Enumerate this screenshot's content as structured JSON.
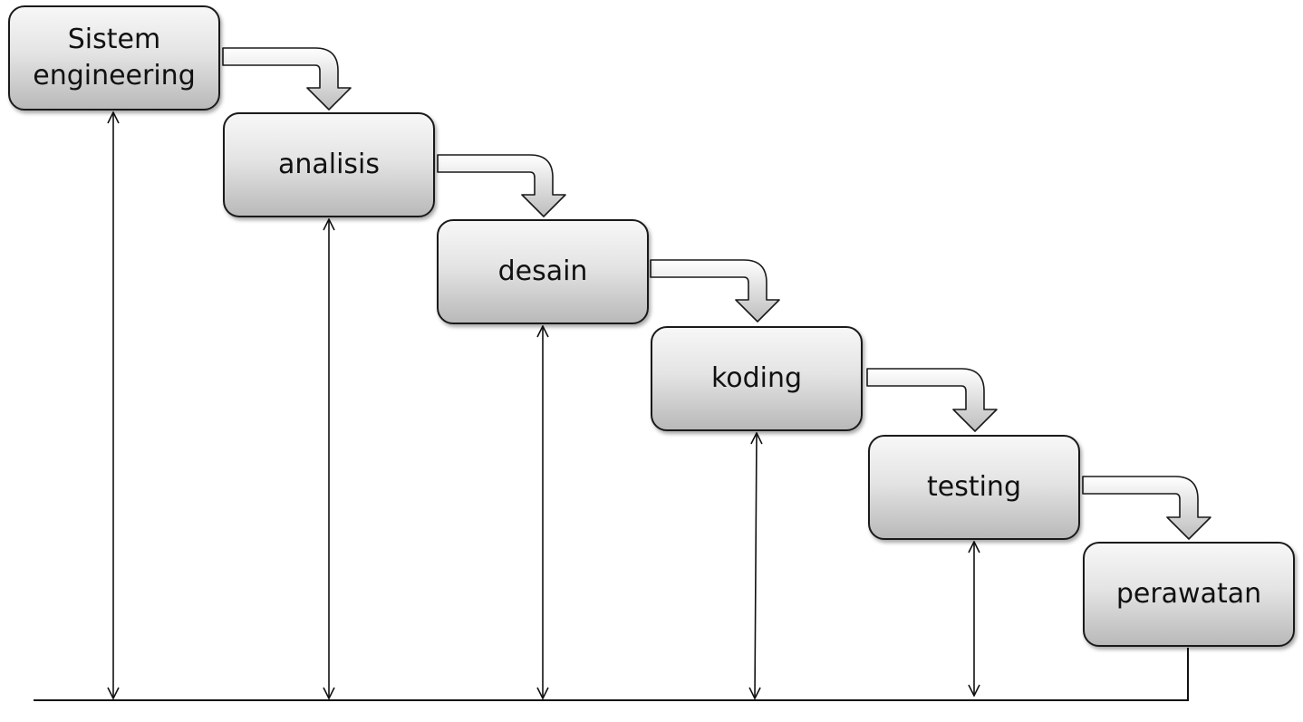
{
  "stages": [
    {
      "label": "Sistem engineering"
    },
    {
      "label": "analisis"
    },
    {
      "label": "desain"
    },
    {
      "label": "koding"
    },
    {
      "label": "testing"
    },
    {
      "label": "perawatan"
    }
  ],
  "colors": {
    "box_border": "#1a1a1a",
    "box_fill_top": "#f7f7f7",
    "box_fill_bottom": "#b9b9b9",
    "arrow_fill_light": "#ffffff",
    "arrow_fill_dark": "#bdbdbd",
    "line": "#111111"
  }
}
